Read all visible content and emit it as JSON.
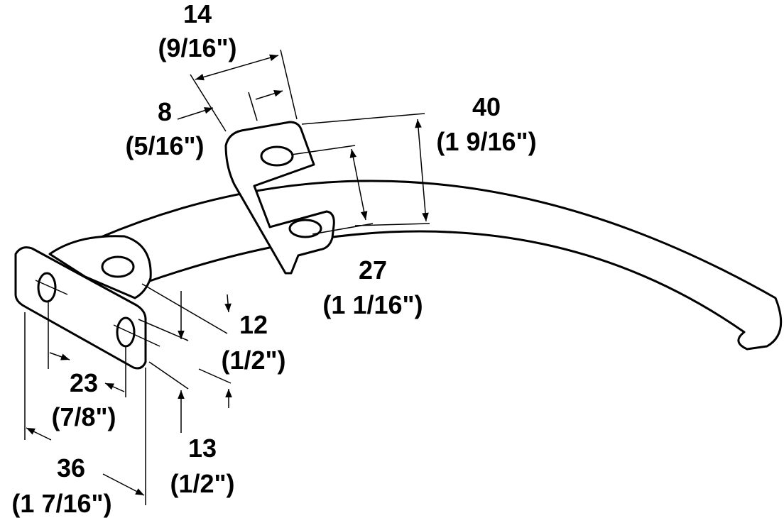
{
  "colors": {
    "stroke": "#000000",
    "fill": "#ffffff"
  },
  "dimensions": [
    {
      "id": "width-top",
      "mm": "14",
      "inch": "(9/16\")"
    },
    {
      "id": "offset-top",
      "mm": "8",
      "inch": "(5/16\")"
    },
    {
      "id": "arm-height",
      "mm": "40",
      "inch": "(1 9/16\")"
    },
    {
      "id": "hole-spacing-mid",
      "mm": "27",
      "inch": "(1 1/16\")"
    },
    {
      "id": "plate-offset-a",
      "mm": "12",
      "inch": "(1/2\")"
    },
    {
      "id": "hole-spacing-left",
      "mm": "23",
      "inch": "(7/8\")"
    },
    {
      "id": "plate-offset-b",
      "mm": "13",
      "inch": "(1/2\")"
    },
    {
      "id": "plate-width",
      "mm": "36",
      "inch": "(1 7/16\")"
    }
  ]
}
